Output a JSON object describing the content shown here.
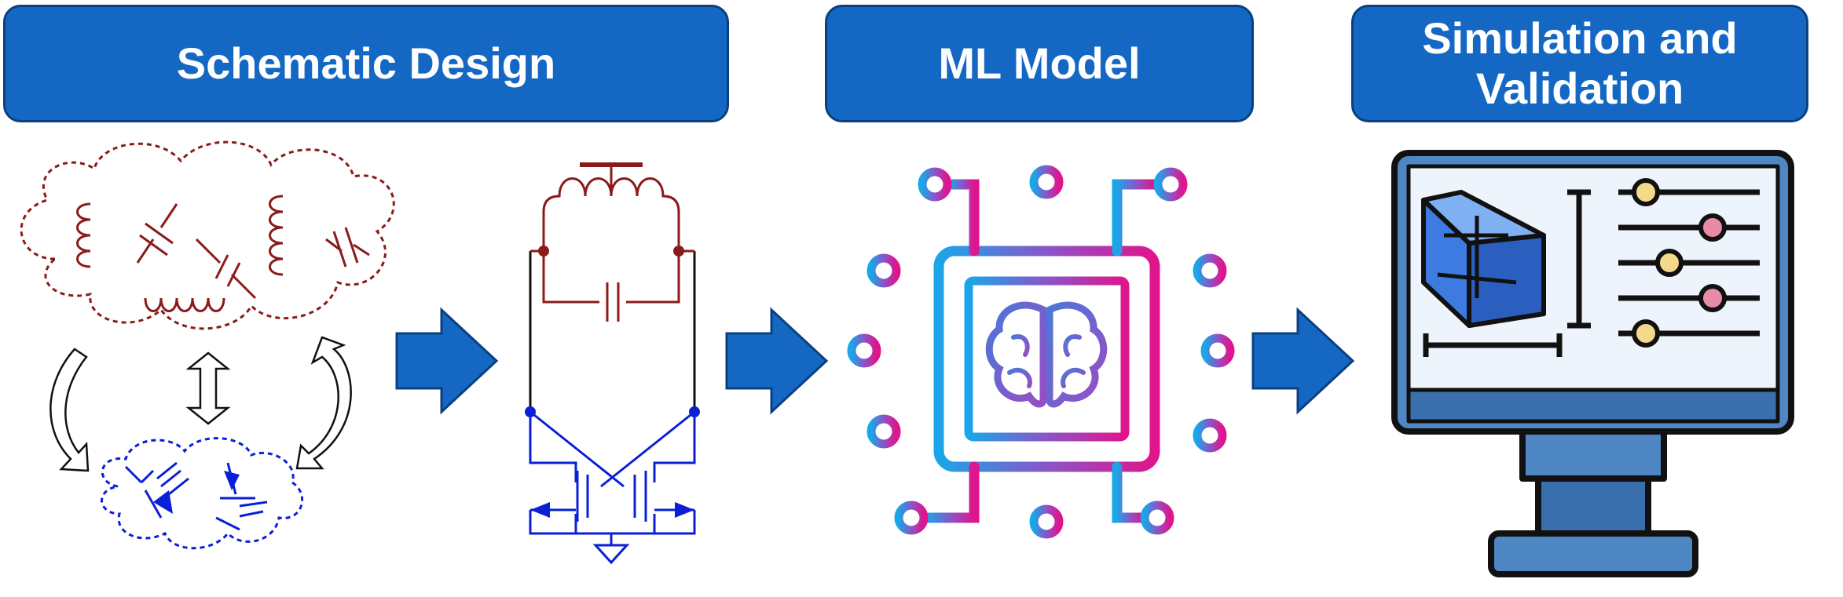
{
  "stages": {
    "schematic_title": "Schematic Design",
    "ml_title": "ML Model",
    "sim_title": "Simulation and Validation"
  },
  "colors": {
    "header_fill": "#1468c4",
    "header_border": "#0b3f80",
    "passive_components": "#8b1a1a",
    "active_devices": "#0a1fd6",
    "arrow_fill": "#1468c4",
    "chip_gradient_start": "#1aa6e8",
    "chip_gradient_mid": "#8a55c8",
    "chip_gradient_end": "#e0148c",
    "monitor_screen": "#eef4fb",
    "monitor_frame": "#4f86c4",
    "cube_fill": "#3d7be0",
    "slider_pink": "#e88aa8",
    "slider_yellow": "#f5d98a"
  },
  "icons": {
    "cloud_passives": "passive-component-cloud-icon",
    "cloud_actives": "active-device-cloud-icon",
    "circuit": "cross-coupled-lc-oscillator-icon",
    "chip": "ai-brain-chip-icon",
    "monitor": "simulation-monitor-icon"
  }
}
